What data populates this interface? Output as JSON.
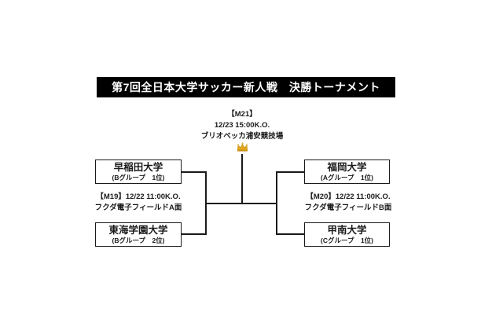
{
  "page": {
    "background": "#ffffff",
    "text_color": "#1b1b1b"
  },
  "header": {
    "title": "第7回全日本大学サッカー新人戦　決勝トーナメント",
    "bg": "#000000",
    "fg": "#ffffff"
  },
  "final_match": {
    "id": "【M21】",
    "kickoff": "12/23 15:00K.O.",
    "venue": "ブリオベッカ浦安競技場",
    "winner_icon": "crown-icon",
    "crown_color": "#e3a81f"
  },
  "bracket": {
    "line_color": "#1a1a1a",
    "left_semifinal": {
      "info": "【M19】12/22 11:00K.O.",
      "venue": "フクダ電子フィールドA面",
      "teams": [
        {
          "name": "早稲田大学",
          "group": "(Bグループ　1位)"
        },
        {
          "name": "東海学園大学",
          "group": "(Bグループ　2位)"
        }
      ]
    },
    "right_semifinal": {
      "info": "【M20】12/22 11:00K.O.",
      "venue": "フクダ電子フィールドB面",
      "teams": [
        {
          "name": "福岡大学",
          "group": "(Aグループ　1位)"
        },
        {
          "name": "甲南大学",
          "group": "(Cグループ　1位)"
        }
      ]
    }
  }
}
